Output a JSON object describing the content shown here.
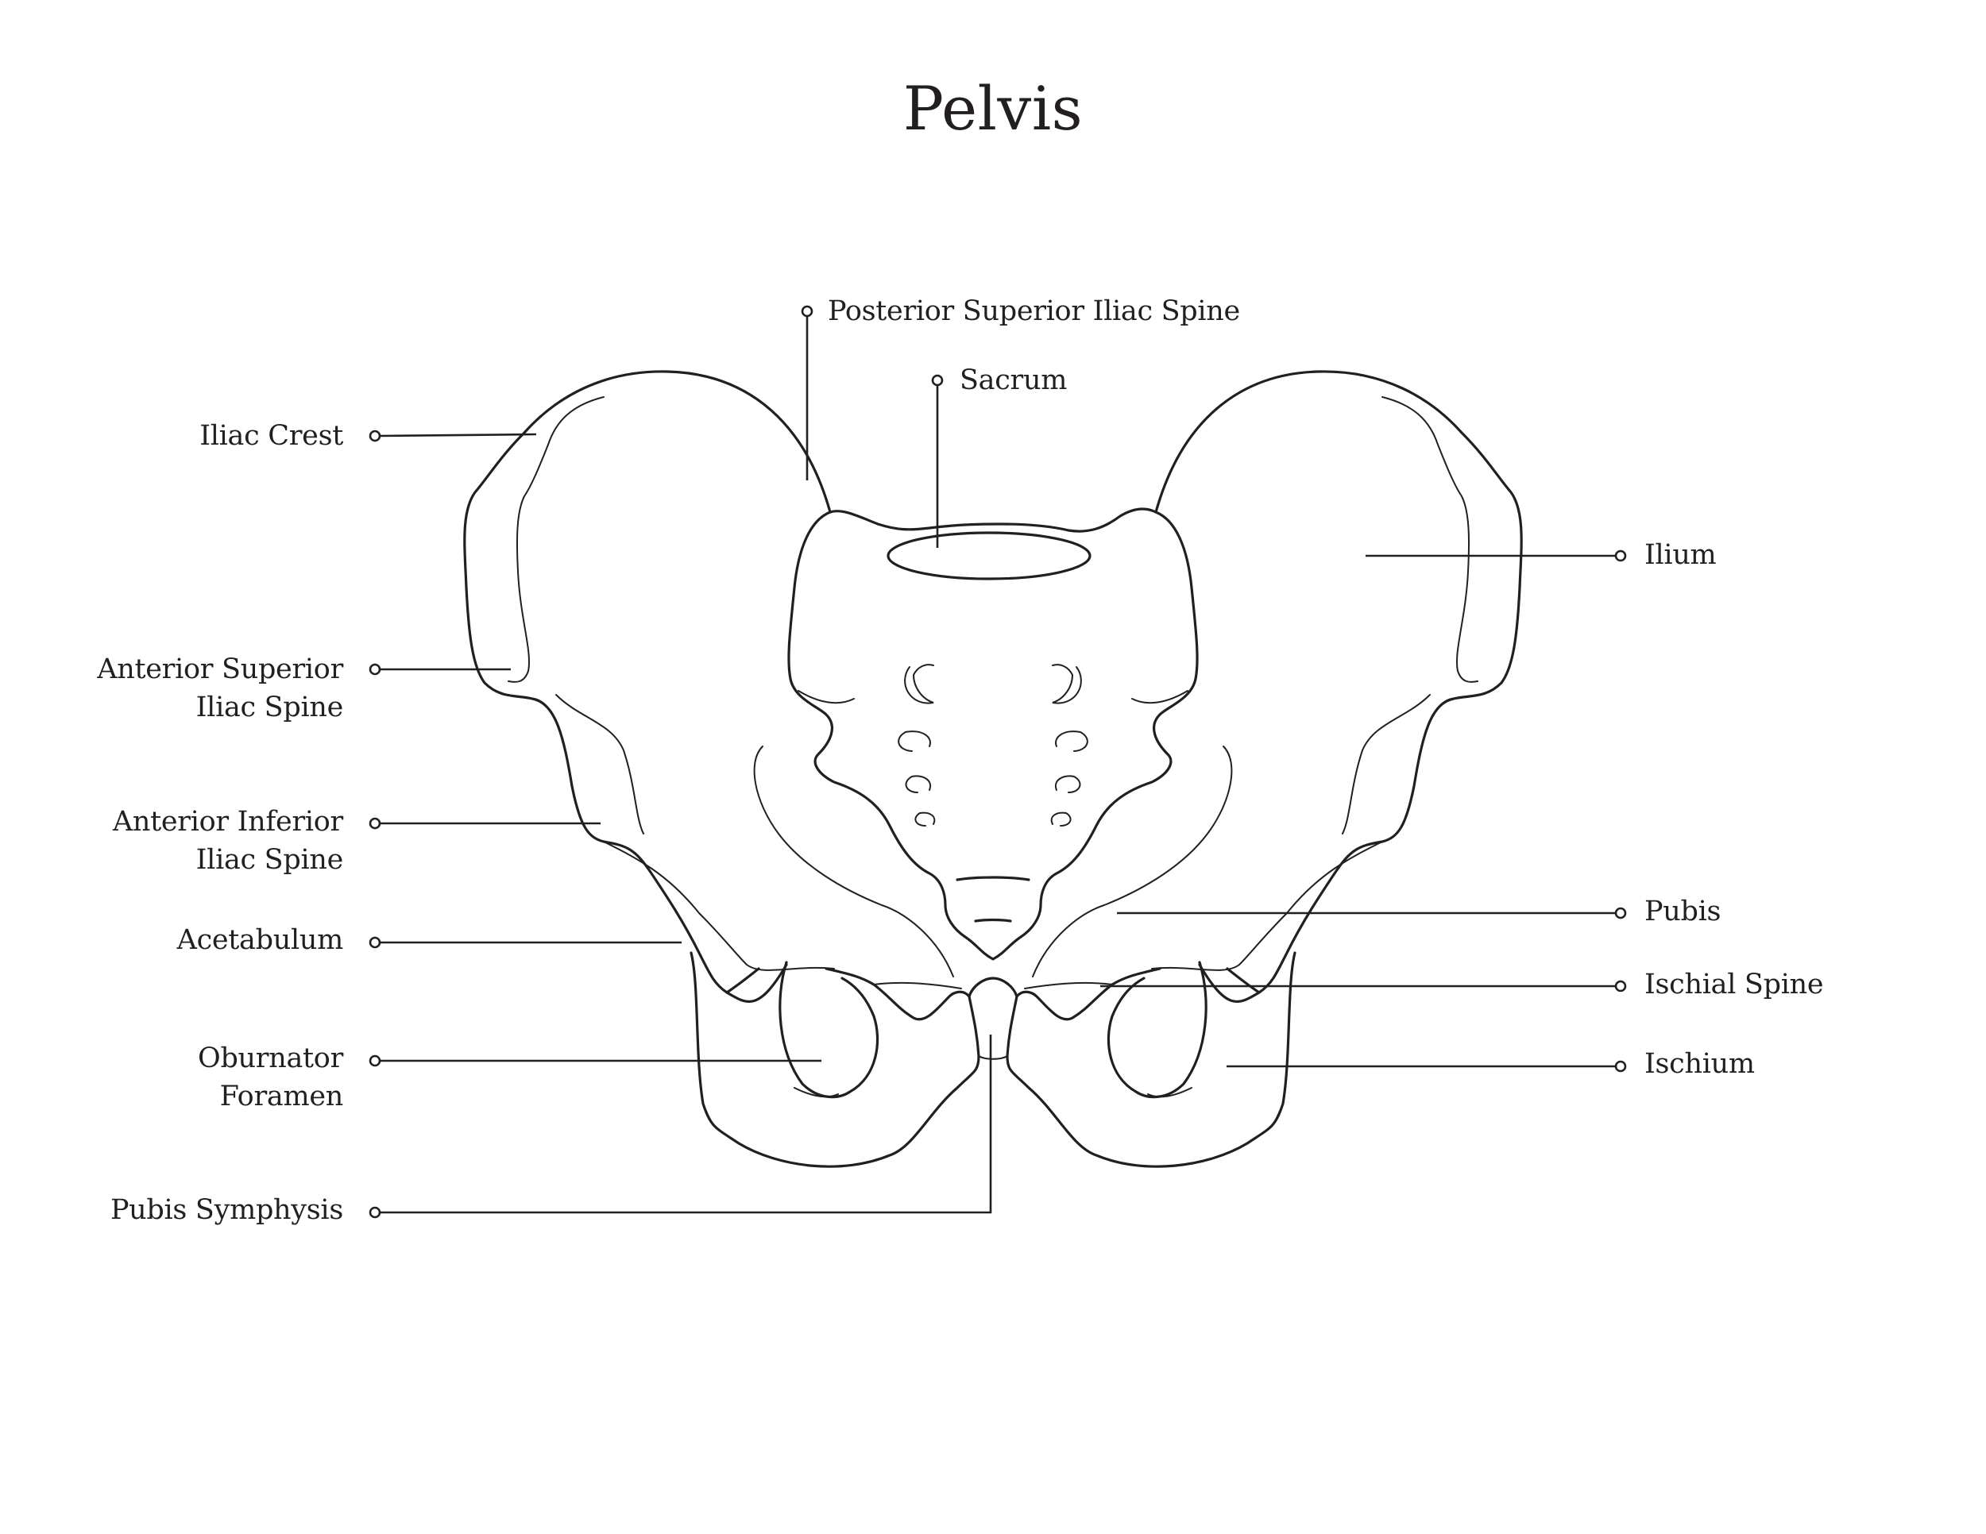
{
  "title": "Pelvis",
  "labels": {
    "iliac_crest": "Iliac Crest",
    "asis_line1": "Anterior Superior",
    "asis_line2": "Iliac Spine",
    "aiis_line1": "Anterior Inferior",
    "aiis_line2": "Iliac Spine",
    "acetabulum": "Acetabulum",
    "obturator_line1": "Oburnator",
    "obturator_line2": "Foramen",
    "pubis_symphysis": "Pubis Symphysis",
    "psis": "Posterior Superior Iliac Spine",
    "sacrum": "Sacrum",
    "ilium": "Ilium",
    "pubis": "Pubis",
    "ischial_spine": "Ischial Spine",
    "ischium": "Ischium"
  }
}
